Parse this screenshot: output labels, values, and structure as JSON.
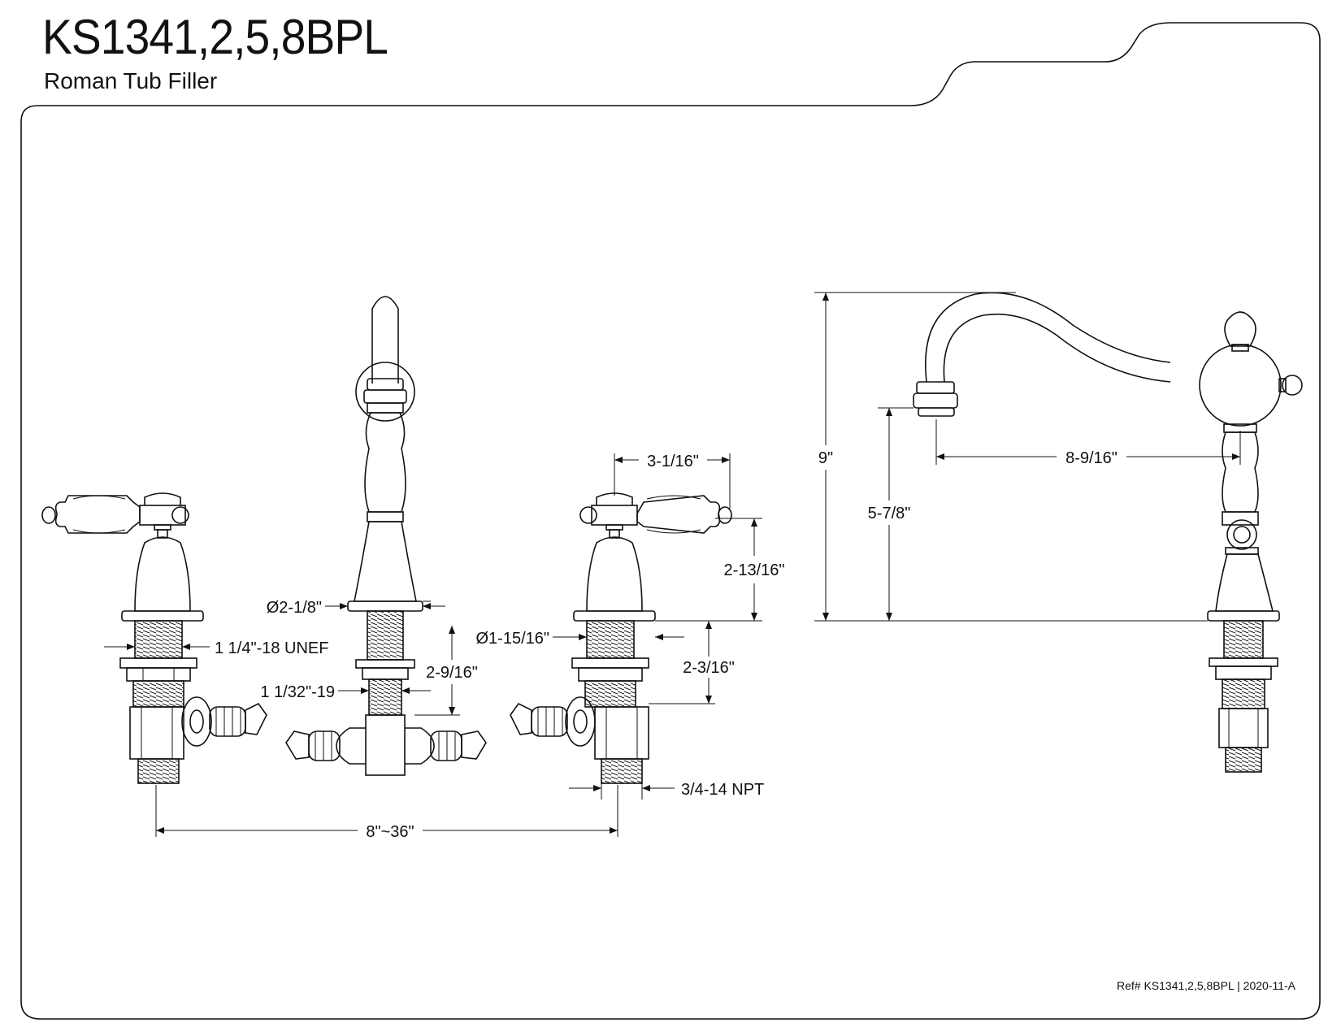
{
  "header": {
    "model": "KS1341,2,5,8BPL",
    "product_name": "Roman Tub Filler"
  },
  "footer": {
    "reference": "Ref# KS1341,2,5,8BPL | 2020-11-A"
  },
  "dimensions": {
    "spout_base_diameter": "Ø2-1/8\"",
    "handle_base_diameter": "Ø1-15/16\"",
    "handle_thread": "1 1/4\"-18 UNEF",
    "spout_thread": "1 1/32\"-19",
    "spout_shank_length": "2-9/16\"",
    "handle_reach": "3-1/16\"",
    "handle_height": "2-13/16\"",
    "handle_shank_length": "2-3/16\"",
    "inlet_thread": "3/4-14 NPT",
    "center_spread": "8\"~36\"",
    "overall_height": "9\"",
    "spout_clearance": "5-7/8\"",
    "spout_reach": "8-9/16\""
  },
  "colors": {
    "line": "#111111",
    "background": "#ffffff"
  }
}
